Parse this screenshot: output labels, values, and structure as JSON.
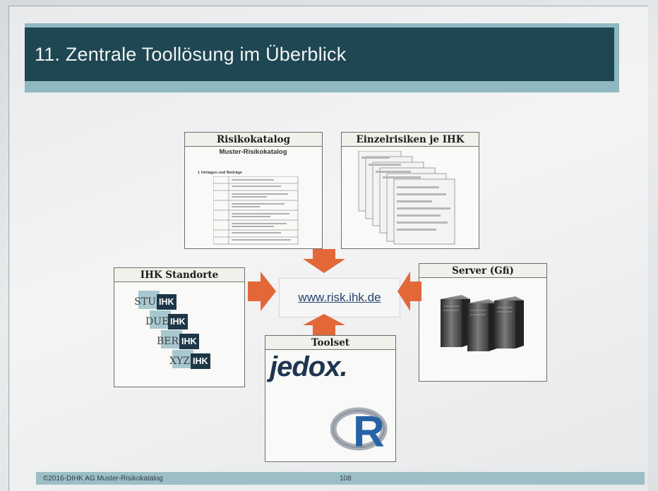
{
  "slide": {
    "title": "11. Zentrale Toollösung im Überblick"
  },
  "boxes": {
    "risikokatalog": {
      "title": "Risikokatalog",
      "doc_heading": "Muster-Risikokatalog",
      "section_label": "1  Umlagen und Beiträge"
    },
    "einzelrisiken": {
      "title": "Einzelrisiken je IHK"
    },
    "standorte": {
      "title": "IHK Standorte",
      "badge": "IHK",
      "codes": [
        "STU",
        "DUE",
        "BER",
        "XYZ"
      ]
    },
    "server": {
      "title": "Server (Gfi)"
    },
    "toolset": {
      "title": "Toolset",
      "jedox_logo": "jedox.",
      "r_logo": "R"
    }
  },
  "center": {
    "url": "www.risk.ihk.de"
  },
  "colors": {
    "title_bg": "#1f4653",
    "accent_band": "#8fb8c0",
    "arrow": "#e2683a",
    "ihk_badge": "#1d3748"
  },
  "footer": {
    "copyright": "©2016-DIHK AG Muster-Risikokatalog",
    "page_number": "108"
  }
}
